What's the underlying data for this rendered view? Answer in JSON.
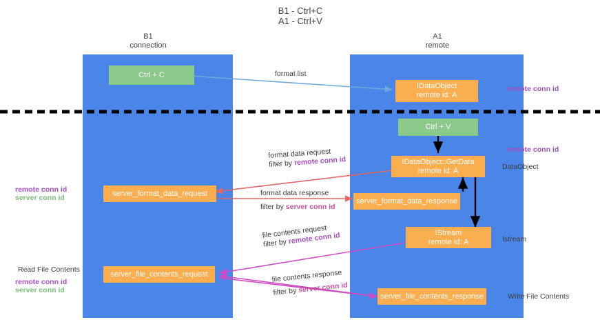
{
  "title": {
    "line1": "B1 - Ctrl+C",
    "line2": "A1 - Ctrl+V"
  },
  "columns": [
    {
      "name": "B1",
      "sub": "connection"
    },
    {
      "name": "A1",
      "sub": "remote"
    }
  ],
  "colors": {
    "column": "#4a86e8",
    "green_box": "#8bc98b",
    "orange_box": "#fbae50",
    "remote_conn_id": "#a64dc0",
    "server_conn_id": "#78c078",
    "arrow_blue": "#6fa8dc",
    "arrow_red": "#e06666",
    "arrow_magenta": "#cc4bc2",
    "arrow_black": "#000000",
    "divider": "#000000"
  },
  "boxes": {
    "ctrl_c": {
      "label": "Ctrl + C"
    },
    "ctrl_v": {
      "label": "Ctrl + V"
    },
    "idataobject": {
      "line1": "IDataObject",
      "line2": "remote id: A"
    },
    "getdata": {
      "line1": "IDataObject::GetData",
      "line2": "remote id: A"
    },
    "istream": {
      "line1": "IStream",
      "line2": "remote id: A"
    },
    "server_format_data_request": {
      "label": "server_format_data_request"
    },
    "server_format_data_response": {
      "label": "server_format_data_response"
    },
    "server_file_contents_request": {
      "label": "server_file_contents_request"
    },
    "server_file_contents_response": {
      "label": "server_file_contents_response"
    }
  },
  "edge_labels": {
    "format_list": "format list",
    "format_data_request": "format data request",
    "format_data_request_filter_prefix": "filter by ",
    "format_data_request_filter_key": "remote conn id",
    "format_data_response": "format data response",
    "format_data_response_filter_prefix": "filter by ",
    "format_data_response_filter_key": "server conn id",
    "file_contents_request": "file contents request",
    "file_contents_request_filter_prefix": "filter by ",
    "file_contents_request_filter_key": "remote conn id",
    "file_contents_response": "file contents response",
    "file_contents_response_filter_prefix": "filter by ",
    "file_contents_response_filter_key": "server conn id"
  },
  "annotations": {
    "right_remote_conn_id_top": "remote conn id",
    "right_remote_conn_id_mid": "remote conn id",
    "right_dataobject": "DataObject",
    "right_istream": "Istream",
    "right_write_file_contents": "Write File Contents",
    "left_remote_conn_id": "remote conn id",
    "left_server_conn_id": "server conn id",
    "left_read_file_contents": "Read File Contents",
    "left_remote_conn_id_2": "remote conn id",
    "left_server_conn_id_2": "server conn id"
  }
}
